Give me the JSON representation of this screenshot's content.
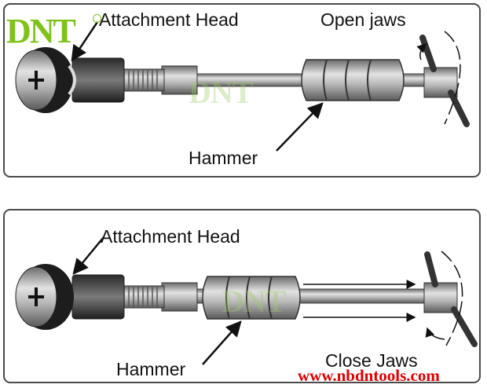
{
  "brand": {
    "logo_text": "DNT",
    "watermark_text": "DNT",
    "url": "www.nbdntools.com",
    "logo_color": "#7fc21a",
    "url_color": "#e00000"
  },
  "top_panel": {
    "attachment_label": "Attachment Head",
    "jaws_label": "Open jaws",
    "hammer_label": "Hammer"
  },
  "bottom_panel": {
    "attachment_label": "Attachment Head",
    "jaws_label": "Close Jaws",
    "hammer_label": "Hammer"
  }
}
